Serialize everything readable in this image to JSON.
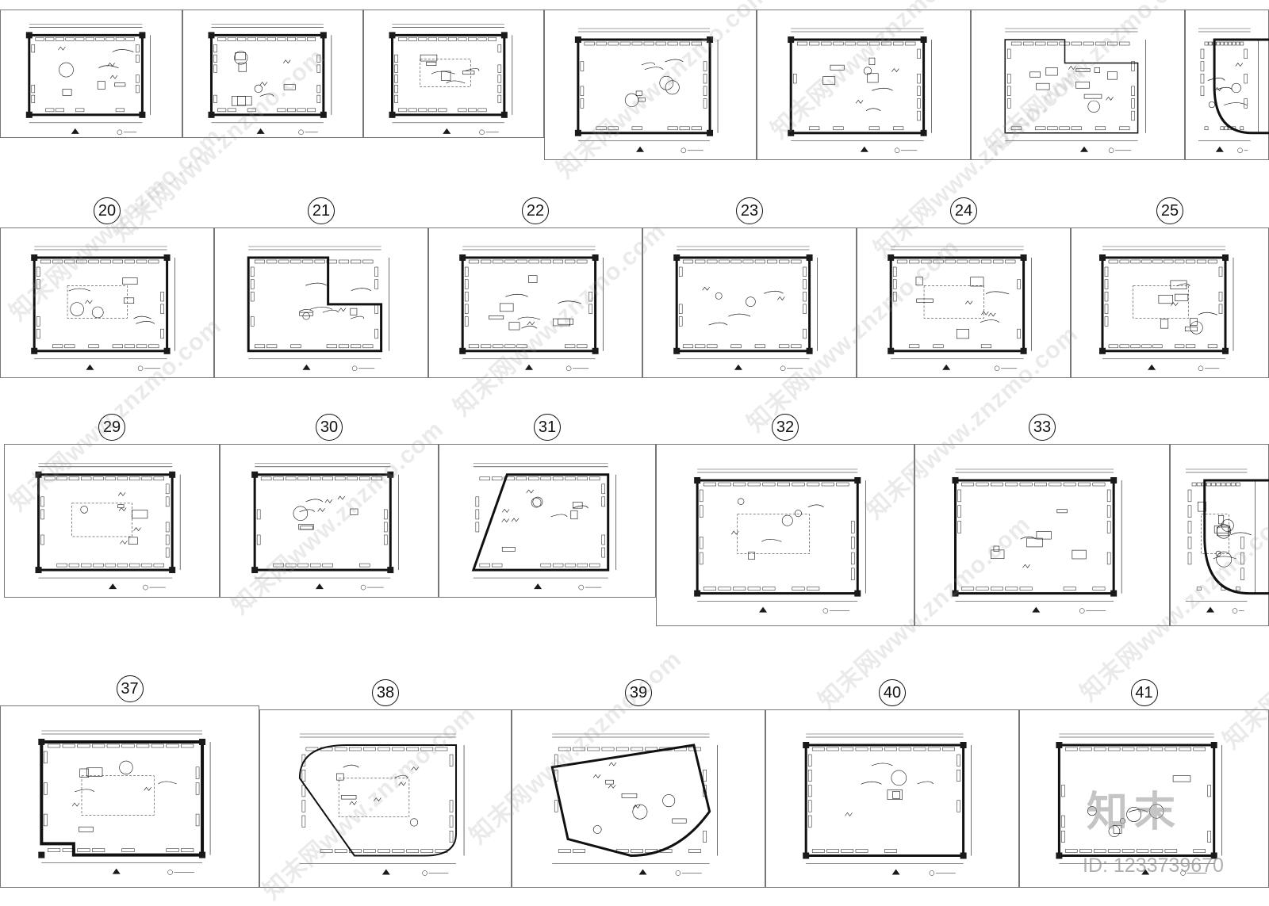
{
  "sheet": {
    "rows": [
      {
        "row": 1,
        "plans": [
          {
            "label": "",
            "shape": "rect"
          },
          {
            "label": "",
            "shape": "rect"
          },
          {
            "label": "",
            "shape": "rect"
          },
          {
            "label": "",
            "shape": "rect"
          },
          {
            "label": "",
            "shape": "rect"
          },
          {
            "label": "",
            "shape": "corner"
          },
          {
            "label": "",
            "shape": "partial"
          }
        ]
      },
      {
        "row": 2,
        "plans": [
          {
            "label": "20",
            "shape": "rect"
          },
          {
            "label": "21",
            "shape": "L"
          },
          {
            "label": "22",
            "shape": "rect"
          },
          {
            "label": "23",
            "shape": "rect"
          },
          {
            "label": "24",
            "shape": "rect"
          },
          {
            "label": "25",
            "shape": "rect"
          }
        ]
      },
      {
        "row": 3,
        "plans": [
          {
            "label": "29",
            "shape": "rect"
          },
          {
            "label": "30",
            "shape": "rect"
          },
          {
            "label": "31",
            "shape": "trap"
          },
          {
            "label": "32",
            "shape": "rect"
          },
          {
            "label": "33",
            "shape": "rect"
          },
          {
            "label": "",
            "shape": "partial"
          }
        ]
      },
      {
        "row": 4,
        "plans": [
          {
            "label": "37",
            "shape": "notch"
          },
          {
            "label": "38",
            "shape": "round"
          },
          {
            "label": "39",
            "shape": "fan"
          },
          {
            "label": "40",
            "shape": "rect"
          },
          {
            "label": "41",
            "shape": "rect"
          }
        ]
      }
    ]
  },
  "watermark": {
    "text": "知末网www.znzmo.com",
    "color": "#969696"
  },
  "brand": {
    "logo_text": "知末",
    "id_text": "ID: 1233739670"
  },
  "colors": {
    "line": "#111111",
    "panel_border": "#777777",
    "fill": "#1a1a1a"
  }
}
